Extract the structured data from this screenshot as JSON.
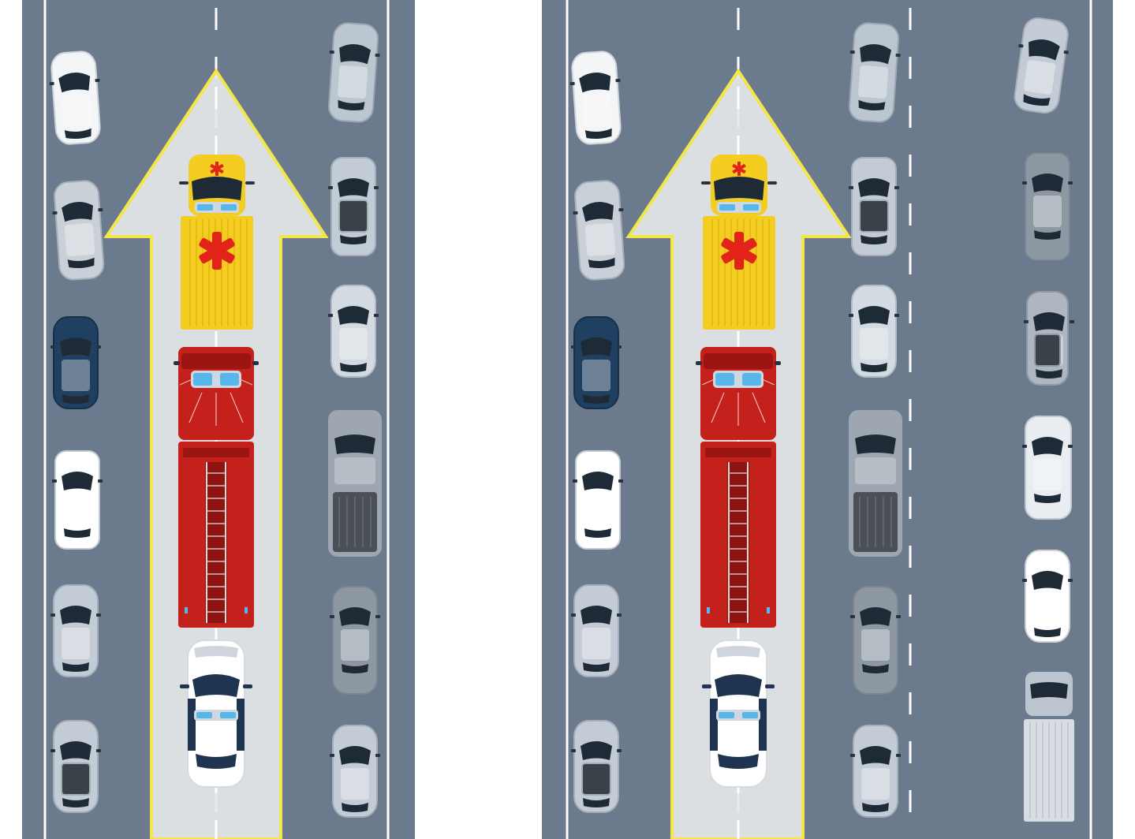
{
  "colors": {
    "background": "#ffffff",
    "road": "#6b7a8c",
    "lane_marking": "#ffffff",
    "corridor_fill": "#e6e7e9",
    "corridor_outline": "#f2e64a",
    "ambulance": "#f3cd1f",
    "ambulance_cross": "#e2231a",
    "fire_truck": "#c4211d",
    "police_car": "#ffffff",
    "police_trim": "#1f3450",
    "siren_light": "#57b7ea"
  },
  "diagrams": [
    {
      "id": "left",
      "lanes": 2,
      "vehicle_order": [
        "ambulance",
        "fire-truck",
        "police-car"
      ],
      "left_lane_cars": [
        "white",
        "silver",
        "navy",
        "white-suv",
        "silver",
        "silver-dark"
      ],
      "right_lane_cars": [
        "silver",
        "silver-dark",
        "silver",
        "pickup",
        "grey",
        "silver"
      ]
    },
    {
      "id": "right",
      "lanes": 3,
      "vehicle_order": [
        "ambulance",
        "fire-truck",
        "police-car"
      ],
      "left_lane_cars": [
        "white",
        "silver",
        "navy",
        "white-suv",
        "silver",
        "silver-dark"
      ],
      "middle_lane_cars": [
        "silver",
        "silver-dark",
        "silver",
        "pickup",
        "grey",
        "silver"
      ],
      "right_lane_cars": [
        "silver",
        "silver-dark",
        "silver-dark",
        "white-suv",
        "white",
        "box-truck"
      ]
    }
  ]
}
